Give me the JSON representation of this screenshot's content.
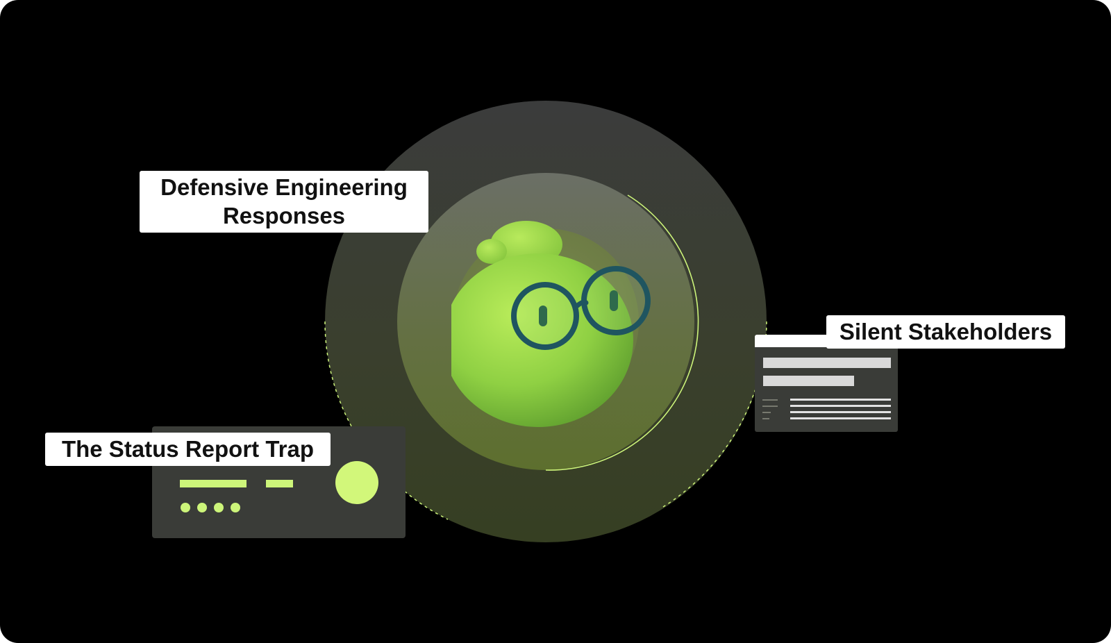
{
  "labels": {
    "defensive_line1": "Defensive Engineering",
    "defensive_line2": "Responses",
    "status_report": "The Status Report Trap",
    "silent": "Silent Stakeholders"
  },
  "icons": {
    "mascot": "green-blob-with-glasses-icon",
    "status_indicator": "circle-indicator-icon"
  },
  "colors": {
    "background": "#000000",
    "accent": "#cdf57a",
    "card": "#3a3c38",
    "label_bg": "#ffffff"
  }
}
